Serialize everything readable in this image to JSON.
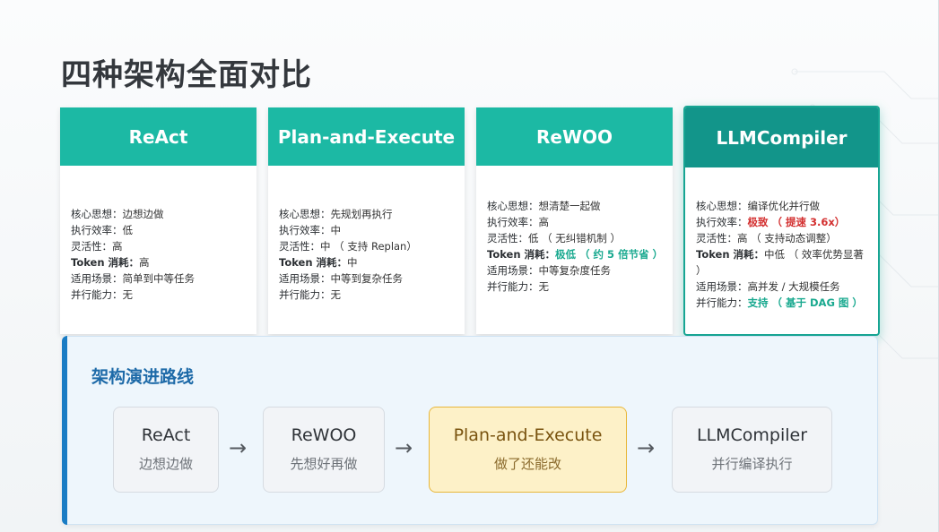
{
  "slide": {
    "title": "四种架构全面对比"
  },
  "cards": [
    {
      "name": "ReAct",
      "rows": [
        {
          "label": "核心思想：",
          "value": "边想边做"
        },
        {
          "label": "执行效率：",
          "value": "低"
        },
        {
          "label": "灵活性：",
          "value": "高"
        },
        {
          "label": "Token 消耗：",
          "value": "高"
        },
        {
          "label": "适用场景：",
          "value": "简单到中等任务"
        },
        {
          "label": "并行能力：",
          "value": "无"
        }
      ]
    },
    {
      "name": "Plan-and-Execute",
      "rows": [
        {
          "label": "核心思想：",
          "value": "先规划再执行"
        },
        {
          "label": "执行效率：",
          "value": "中"
        },
        {
          "label": "灵活性：",
          "value": "中 （ 支持 Replan）"
        },
        {
          "label": "Token 消耗：",
          "value": "中"
        },
        {
          "label": "适用场景：",
          "value": "中等到复杂任务"
        },
        {
          "label": "并行能力：",
          "value": "无"
        }
      ]
    },
    {
      "name": "ReWOO",
      "rows": [
        {
          "label": "核心思想：",
          "value": "想清楚一起做"
        },
        {
          "label": "执行效率：",
          "value": "高"
        },
        {
          "label": "灵活性：",
          "value": "低 （ 无纠错机制 ）"
        },
        {
          "label": "Token 消耗：",
          "value": "极低 （ 约 5 倍节省 ）"
        },
        {
          "label": "适用场景：",
          "value": "中等复杂度任务"
        },
        {
          "label": "并行能力：",
          "value": "无"
        }
      ]
    },
    {
      "name": "LLMCompiler",
      "rows": [
        {
          "label": "核心思想：",
          "value": "编译优化并行做"
        },
        {
          "label": "执行效率：",
          "value": "极致 （ 提速 3.6x）"
        },
        {
          "label": "灵活性：",
          "value": "高 （ 支持动态调整）"
        },
        {
          "label": "Token 消耗：",
          "value": "中低 （ 效率优势显著 ）"
        },
        {
          "label": "适用场景：",
          "value": "高并发 / 大规模任务"
        },
        {
          "label": "并行能力：",
          "value": "支持 （ 基于 DAG 图 ）"
        }
      ]
    }
  ],
  "evolution": {
    "title": "架构演进路线",
    "steps": [
      {
        "name": "ReAct",
        "desc": "边想边做"
      },
      {
        "name": "ReWOO",
        "desc": "先想好再做"
      },
      {
        "name": "Plan-and-Execute",
        "desc": "做了还能改"
      },
      {
        "name": "LLMCompiler",
        "desc": "并行编译执行"
      }
    ],
    "arrow": "→"
  },
  "colors": {
    "teal": "#1cb9a4",
    "teal_dark": "#12958a",
    "green_text": "#19a98f",
    "red_text": "#d32f2f",
    "blue_accent": "#1a7cc4",
    "highlight_bg": "#fdf1c8"
  }
}
